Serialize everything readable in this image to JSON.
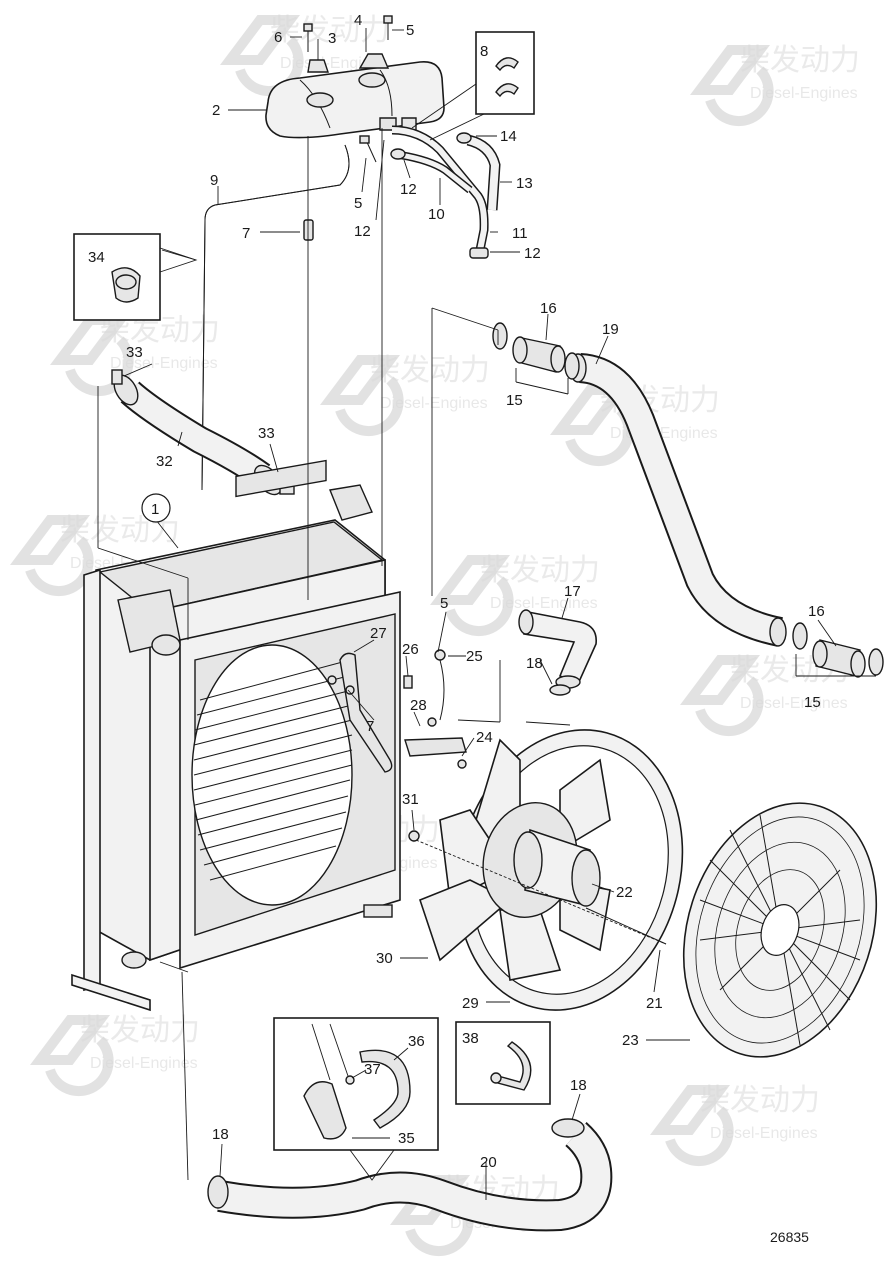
{
  "drawing_number": "26835",
  "watermark": {
    "brand_cn": "柴发动力",
    "brand_en": "Diesel-Engines"
  },
  "callouts": [
    {
      "id": "c-1",
      "label": "1"
    },
    {
      "id": "c-2",
      "label": "2"
    },
    {
      "id": "c-3",
      "label": "3"
    },
    {
      "id": "c-4",
      "label": "4"
    },
    {
      "id": "c-5a",
      "label": "5"
    },
    {
      "id": "c-5b",
      "label": "5"
    },
    {
      "id": "c-5c",
      "label": "5"
    },
    {
      "id": "c-6",
      "label": "6"
    },
    {
      "id": "c-7a",
      "label": "7"
    },
    {
      "id": "c-7b",
      "label": "7"
    },
    {
      "id": "c-8",
      "label": "8"
    },
    {
      "id": "c-9",
      "label": "9"
    },
    {
      "id": "c-10",
      "label": "10"
    },
    {
      "id": "c-11",
      "label": "11"
    },
    {
      "id": "c-12a",
      "label": "12"
    },
    {
      "id": "c-12b",
      "label": "12"
    },
    {
      "id": "c-12c",
      "label": "12"
    },
    {
      "id": "c-13",
      "label": "13"
    },
    {
      "id": "c-14",
      "label": "14"
    },
    {
      "id": "c-15a",
      "label": "15"
    },
    {
      "id": "c-15b",
      "label": "15"
    },
    {
      "id": "c-16a",
      "label": "16"
    },
    {
      "id": "c-16b",
      "label": "16"
    },
    {
      "id": "c-17",
      "label": "17"
    },
    {
      "id": "c-18a",
      "label": "18"
    },
    {
      "id": "c-18b",
      "label": "18"
    },
    {
      "id": "c-18c",
      "label": "18"
    },
    {
      "id": "c-19",
      "label": "19"
    },
    {
      "id": "c-20",
      "label": "20"
    },
    {
      "id": "c-21",
      "label": "21"
    },
    {
      "id": "c-22",
      "label": "22"
    },
    {
      "id": "c-23",
      "label": "23"
    },
    {
      "id": "c-24",
      "label": "24"
    },
    {
      "id": "c-25",
      "label": "25"
    },
    {
      "id": "c-26",
      "label": "26"
    },
    {
      "id": "c-27",
      "label": "27"
    },
    {
      "id": "c-28",
      "label": "28"
    },
    {
      "id": "c-29",
      "label": "29"
    },
    {
      "id": "c-30",
      "label": "30"
    },
    {
      "id": "c-31",
      "label": "31"
    },
    {
      "id": "c-32",
      "label": "32"
    },
    {
      "id": "c-33a",
      "label": "33"
    },
    {
      "id": "c-33b",
      "label": "33"
    },
    {
      "id": "c-34",
      "label": "34"
    },
    {
      "id": "c-35",
      "label": "35"
    },
    {
      "id": "c-36",
      "label": "36"
    },
    {
      "id": "c-37",
      "label": "37"
    },
    {
      "id": "c-38",
      "label": "38"
    }
  ]
}
